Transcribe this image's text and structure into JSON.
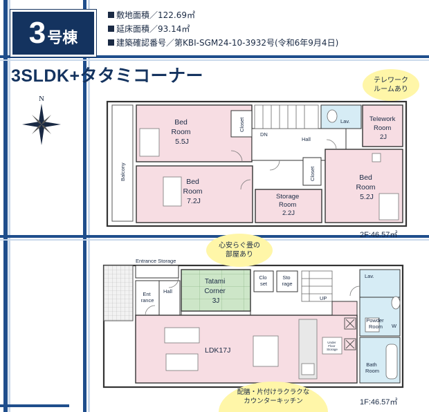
{
  "header": {
    "house_number": "3",
    "house_unit": "号棟",
    "specs": [
      "敷地面積／122.69㎡",
      "延床面積／93.14㎡",
      "建築確認番号／第KBI-SGM24-10-3932号(令和6年9月4日)"
    ],
    "layout_type": "3SLDK+タタミコーナー"
  },
  "compass": {
    "north_label": "N"
  },
  "callouts": {
    "telework": "テレワーク\nルームあり",
    "tatami": "心安らぐ畳の\n部屋あり",
    "kitchen": "配膳・片付けラクラクな\nカウンターキッチン"
  },
  "floor2": {
    "area": "2F:46.57㎡",
    "rooms": {
      "bed1": [
        "Bed",
        "Room",
        "5.5J"
      ],
      "bed2": [
        "Bed",
        "Room",
        "7.2J"
      ],
      "storage": [
        "Storage",
        "Room",
        "2.2J"
      ],
      "bed3": [
        "Bed",
        "Room",
        "5.2J"
      ],
      "telework": [
        "Telework",
        "Room",
        "2J"
      ],
      "closet1": "Closet",
      "closet2": "Closet",
      "hall": "Hall",
      "dn": "DN",
      "lav": "Lav.",
      "balcony": "Balcony"
    }
  },
  "floor1": {
    "area": "1F:46.57㎡",
    "rooms": {
      "entrance_storage": "Entrance Storage",
      "entrance": [
        "Ent",
        "rance"
      ],
      "hall": "Hall",
      "tatami": [
        "Tatami",
        "Corner",
        "3J"
      ],
      "closet": [
        "Clo",
        "set"
      ],
      "storage": [
        "Sto",
        "rage"
      ],
      "up": "UP",
      "lav": "Lav.",
      "powder": [
        "Powder",
        "Room"
      ],
      "w": "W",
      "bath": [
        "Bath",
        "Room"
      ],
      "ldk": "LDK17J",
      "under_floor": [
        "Under",
        "Floor",
        "Storage"
      ]
    }
  },
  "colors": {
    "navy": "#14335f",
    "stripe": "#1f4e8c",
    "pink": "#f7dde3",
    "blue_room": "#d6ecf5",
    "green_tatami": "#cde6c8",
    "bubble": "#fff6a8"
  }
}
